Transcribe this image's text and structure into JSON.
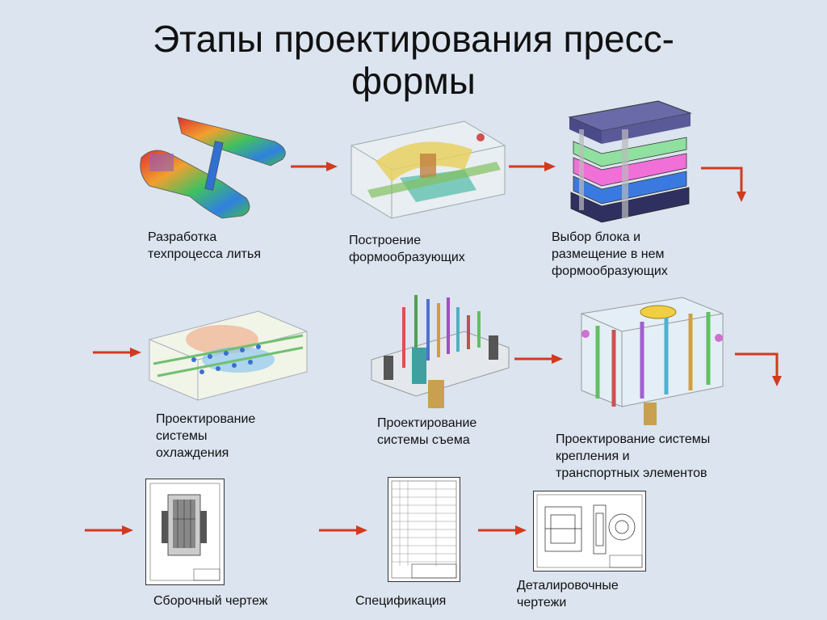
{
  "title_line1": "Этапы проектирования пресс-",
  "title_line2": "формы",
  "stages": [
    {
      "l1": "Разработка",
      "l2": "техпроцесса литья",
      "l3": ""
    },
    {
      "l1": "Построение",
      "l2": "формообразующих",
      "l3": ""
    },
    {
      "l1": "Выбор блока и",
      "l2": "размещение в нем",
      "l3": "формообразующих"
    },
    {
      "l1": "Проектирование",
      "l2": "системы",
      "l3": "охлаждения"
    },
    {
      "l1": "Проектирование",
      "l2": "системы съема",
      "l3": ""
    },
    {
      "l1": "Проектирование системы",
      "l2": "крепления и",
      "l3": "транспортных элементов"
    },
    {
      "l1": "Сборочный чертеж",
      "l2": "",
      "l3": ""
    },
    {
      "l1": "Спецификация",
      "l2": "",
      "l3": ""
    },
    {
      "l1": "Деталировочные",
      "l2": "чертежи",
      "l3": ""
    }
  ],
  "colors": {
    "arrow": "#d23a1e",
    "background": "#dbe4ef"
  }
}
